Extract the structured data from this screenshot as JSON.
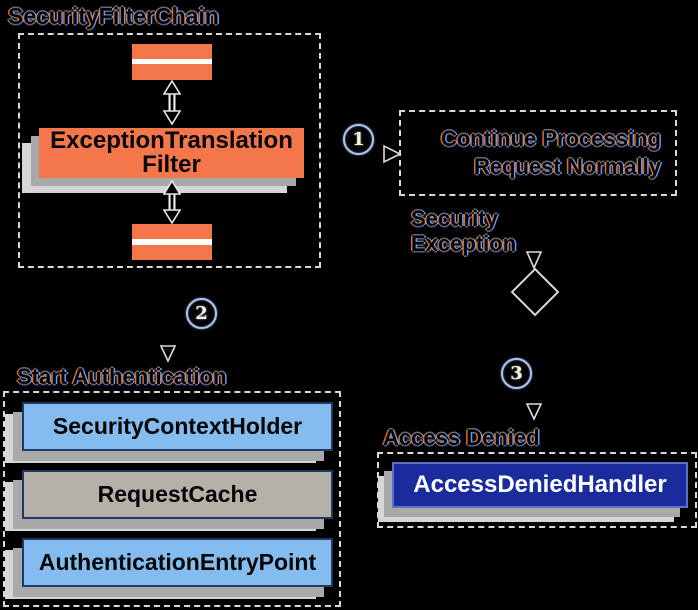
{
  "colors": {
    "background": "#000000",
    "orange": "#F4764B",
    "light_blue": "#84BCEF",
    "warm_gray": "#B5B1A8",
    "navy": "#1A2C9D",
    "navy_border": "#5B74C8",
    "box_border": "#1F3864",
    "shadow_mid": "#A9A9A9",
    "shadow_light": "#D6D6D6",
    "dash": "#D9D9D9"
  },
  "filter_chain": {
    "title": "SecurityFilterChain",
    "filter_box": {
      "line1": "ExceptionTranslation",
      "line2": "Filter"
    }
  },
  "steps": {
    "one": {
      "digit": "1",
      "box": {
        "line1": "Continue Processing",
        "line2": "Request Normally"
      }
    },
    "two": {
      "digit": "2"
    },
    "three": {
      "digit": "3"
    },
    "security_exception": {
      "line1": "Security",
      "line2": "Exception"
    }
  },
  "start_authentication": {
    "title": "Start Authentication",
    "boxes": [
      {
        "label": "SecurityContextHolder"
      },
      {
        "label": "RequestCache"
      },
      {
        "label": "AuthenticationEntryPoint"
      }
    ]
  },
  "access_denied": {
    "title": "Access Denied",
    "handler": "AccessDeniedHandler"
  }
}
